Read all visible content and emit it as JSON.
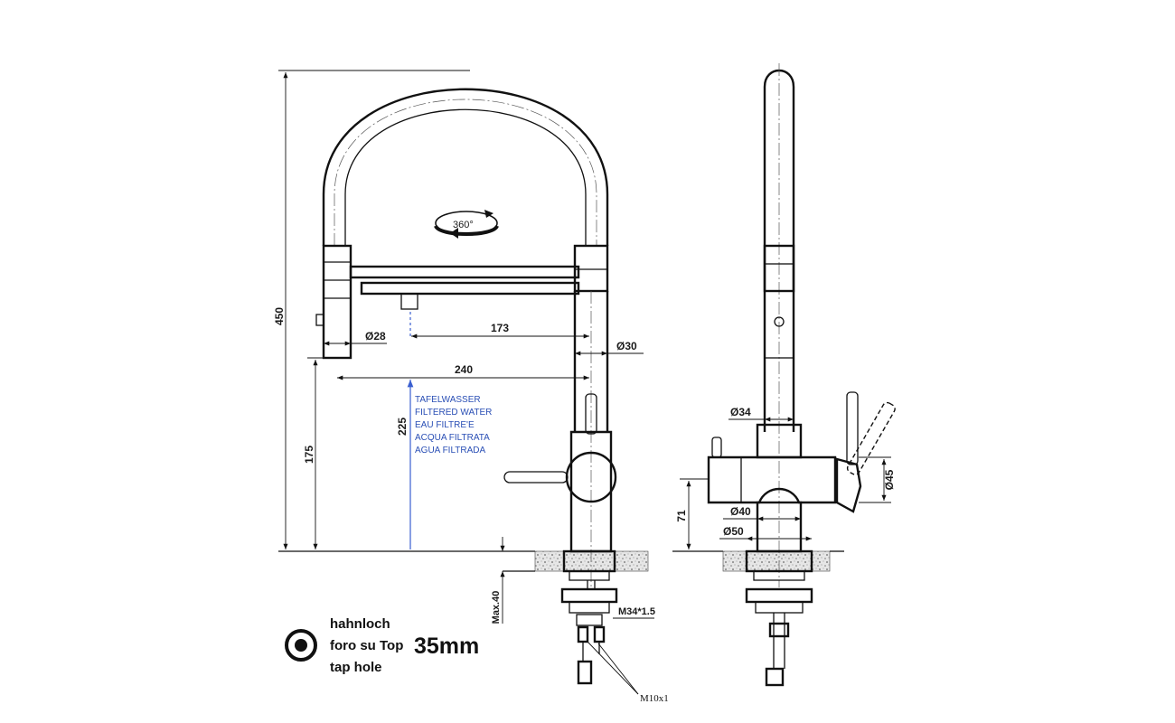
{
  "dimensions": {
    "height_total": "450",
    "height_spout": "175",
    "height_filtered": "225",
    "reach_inner": "173",
    "reach_total": "240",
    "dia_head": "Ø28",
    "dia_tube": "Ø30",
    "dia_body": "Ø34",
    "dia_lever": "Ø45",
    "dia_base": "Ø40",
    "dia_flange": "Ø50",
    "height_side": "71",
    "max_counter": "Max.40",
    "thread": "M34*1.5",
    "hose_thread": "M10x1"
  },
  "rotation_label": "360°",
  "filtered_water_labels": [
    "TAFELWASSER",
    "FILTERED WATER",
    "EAU FILTRE'E",
    "ACQUA FILTRATA",
    "AGUA FILTRADA"
  ],
  "tap_hole": {
    "labels": [
      "hahnloch",
      "foro su Top",
      "tap hole"
    ],
    "size": "35mm"
  }
}
